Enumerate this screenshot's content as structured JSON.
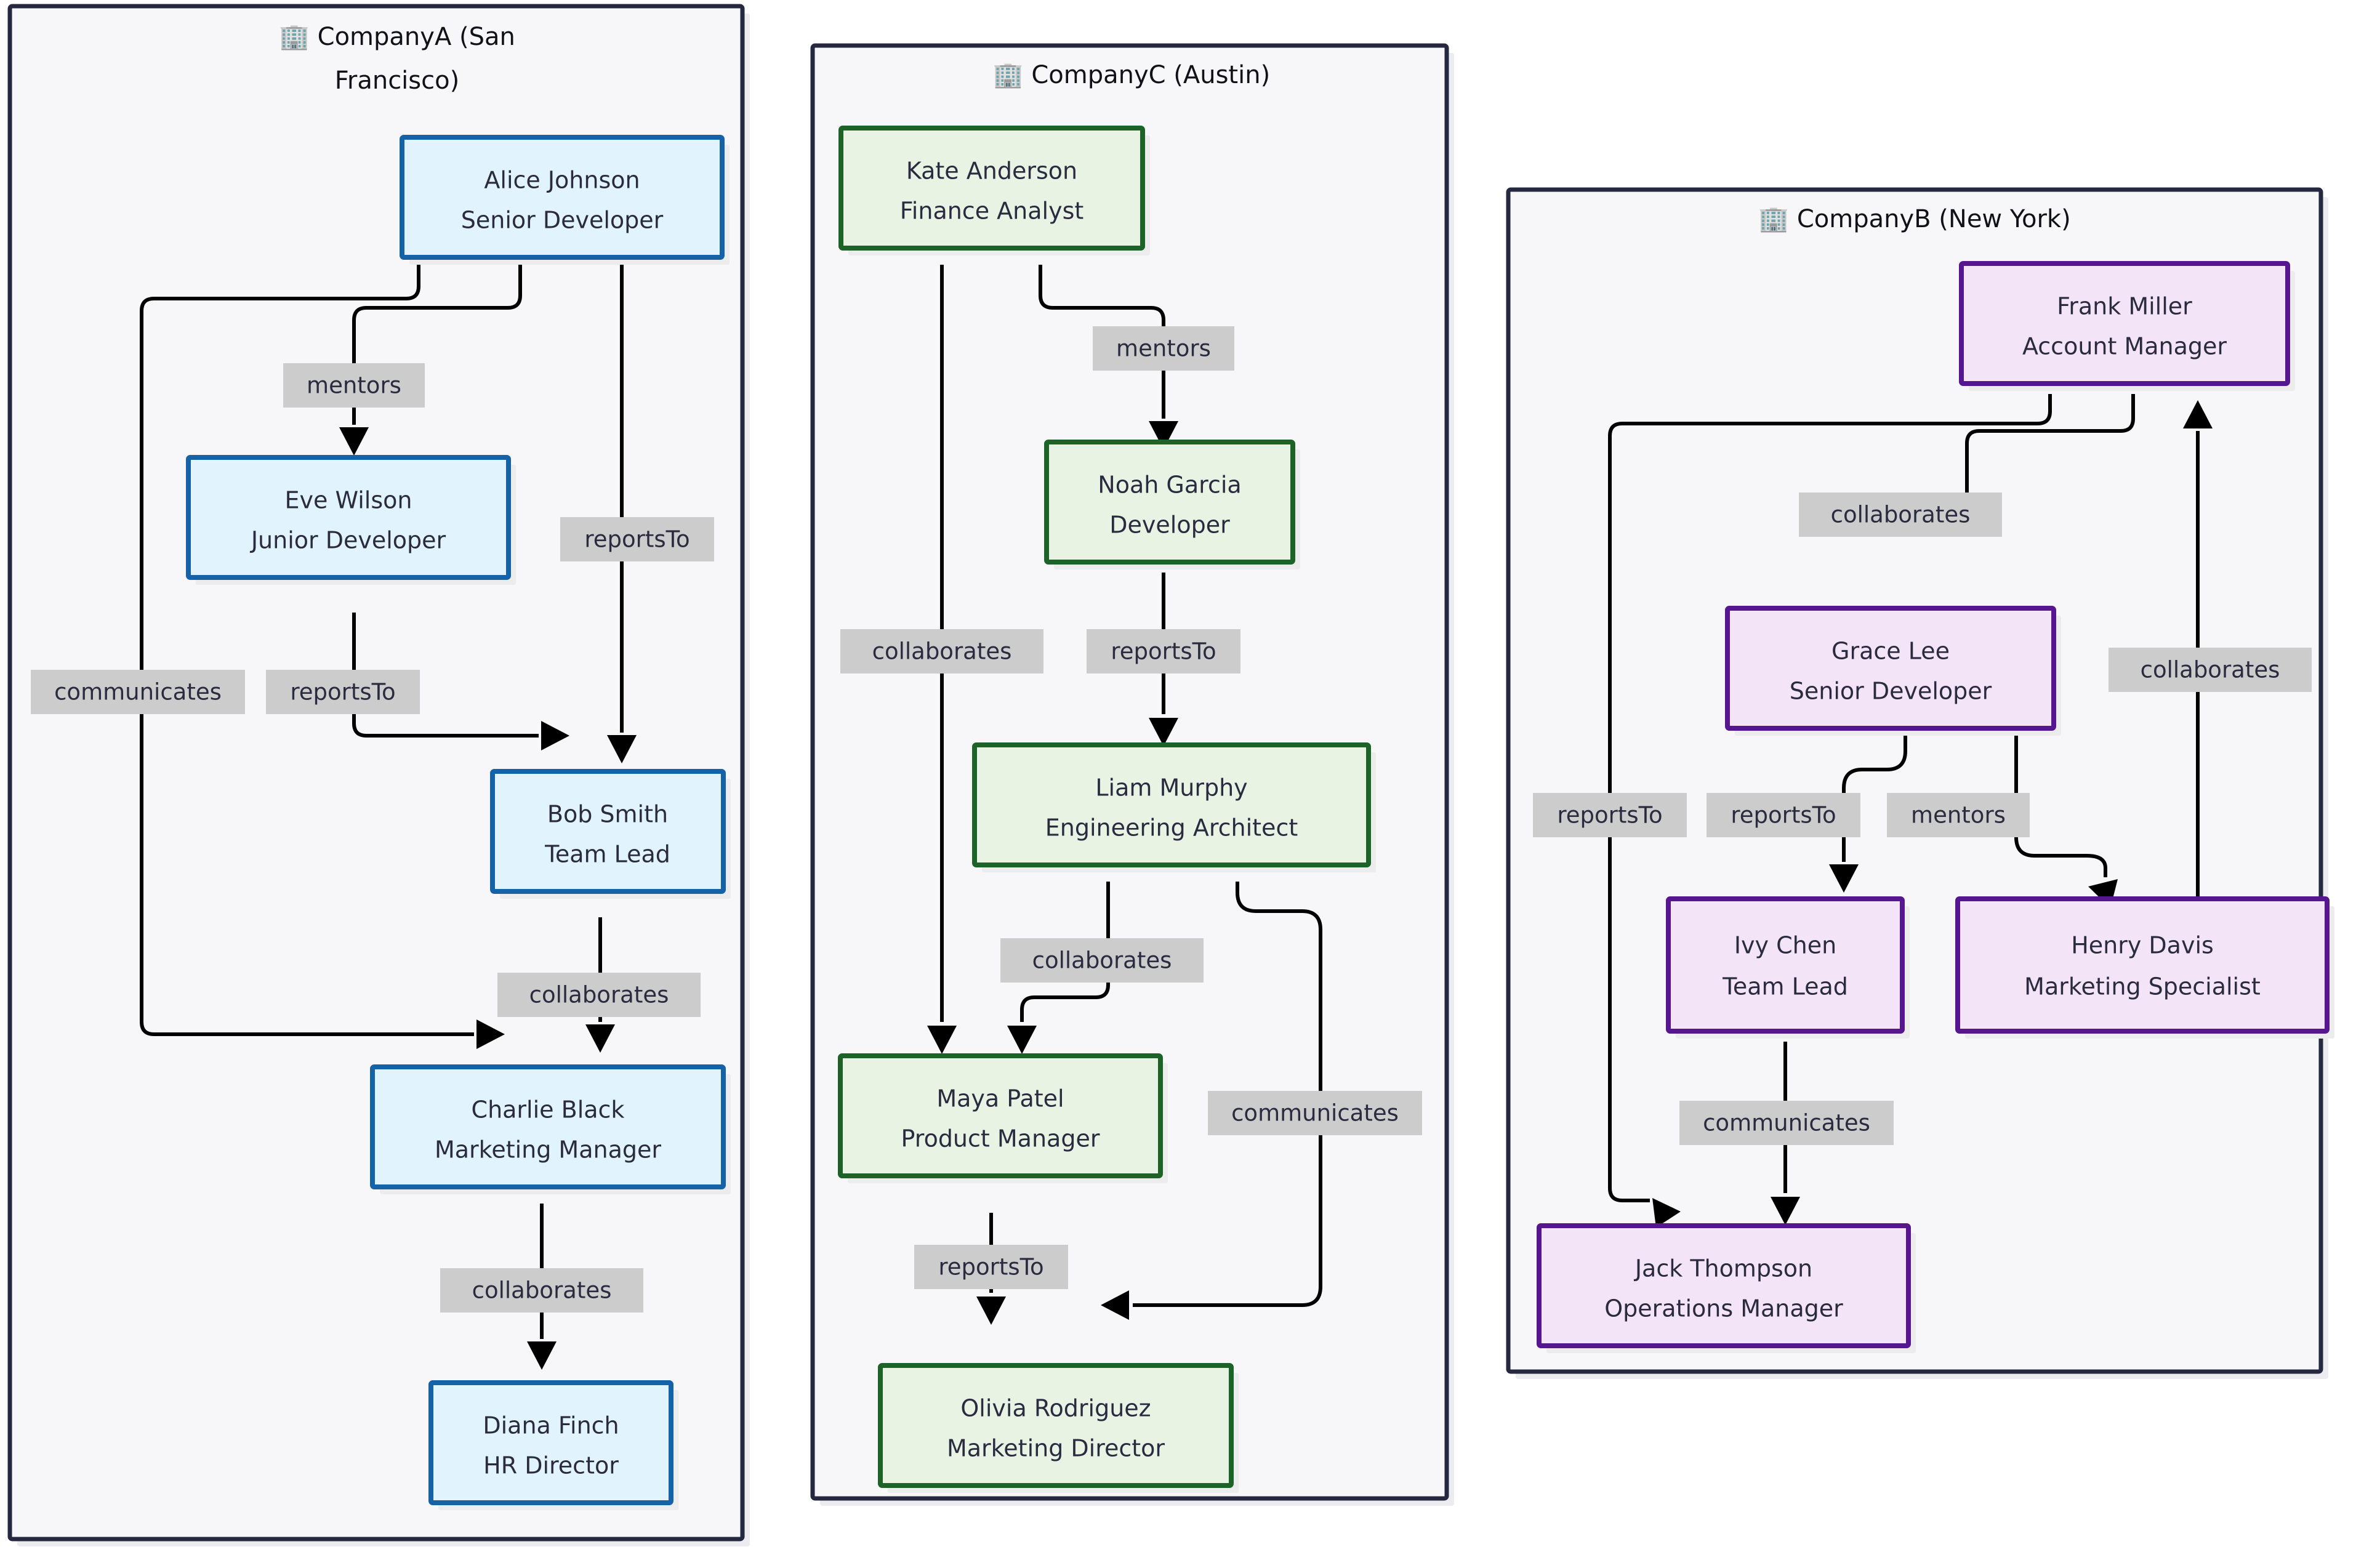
{
  "diagram": {
    "type": "flowchart",
    "direction": "top-down",
    "background": "#ffffff",
    "cluster_border_color": "#262840",
    "cluster_fill_color": "#f7f7fa",
    "edge_label_bg_color": "#cccccc",
    "edge_color": "#000000",
    "clusters": [
      {
        "id": "companyA",
        "icon": "building-icon",
        "icon_glyph": "🏢",
        "title": "CompanyA (San",
        "title_line2": "Francisco)",
        "title_full": "🏢 CompanyA (San Francisco)",
        "accent_fill": "#e1f3fc",
        "accent_stroke": "#1562a6",
        "nodes": [
          {
            "id": "alice",
            "name": "Alice Johnson",
            "role": "Senior Developer"
          },
          {
            "id": "eve",
            "name": "Eve Wilson",
            "role": "Junior Developer"
          },
          {
            "id": "bob",
            "name": "Bob Smith",
            "role": "Team Lead"
          },
          {
            "id": "charlie",
            "name": "Charlie Black",
            "role": "Marketing Manager"
          },
          {
            "id": "diana",
            "name": "Diana Finch",
            "role": "HR Director"
          }
        ],
        "edges": [
          {
            "from": "alice",
            "to": "eve",
            "label": "mentors"
          },
          {
            "from": "alice",
            "to": "bob",
            "label": "reportsTo"
          },
          {
            "from": "alice",
            "to": "charlie",
            "label": "communicates"
          },
          {
            "from": "eve",
            "to": "bob",
            "label": "reportsTo"
          },
          {
            "from": "bob",
            "to": "charlie",
            "label": "collaborates"
          },
          {
            "from": "charlie",
            "to": "diana",
            "label": "collaborates"
          }
        ]
      },
      {
        "id": "companyC",
        "icon": "building-icon",
        "icon_glyph": "🏢",
        "title": "CompanyC (Austin)",
        "title_line2": "",
        "title_full": "🏢 CompanyC (Austin)",
        "accent_fill": "#e8f3e4",
        "accent_stroke": "#1d6226",
        "nodes": [
          {
            "id": "kate",
            "name": "Kate Anderson",
            "role": "Finance Analyst"
          },
          {
            "id": "noah",
            "name": "Noah Garcia",
            "role": "Developer"
          },
          {
            "id": "liam",
            "name": "Liam Murphy",
            "role": "Engineering Architect"
          },
          {
            "id": "maya",
            "name": "Maya Patel",
            "role": "Product Manager"
          },
          {
            "id": "olivia",
            "name": "Olivia Rodriguez",
            "role": "Marketing Director"
          }
        ],
        "edges": [
          {
            "from": "kate",
            "to": "noah",
            "label": "mentors"
          },
          {
            "from": "kate",
            "to": "maya",
            "label": "collaborates"
          },
          {
            "from": "noah",
            "to": "liam",
            "label": "reportsTo"
          },
          {
            "from": "liam",
            "to": "maya",
            "label": "collaborates"
          },
          {
            "from": "liam",
            "to": "olivia",
            "label": "communicates"
          },
          {
            "from": "maya",
            "to": "olivia",
            "label": "reportsTo"
          }
        ]
      },
      {
        "id": "companyB",
        "icon": "building-icon",
        "icon_glyph": "🏢",
        "title": "CompanyB (New York)",
        "title_line2": "",
        "title_full": "🏢 CompanyB (New York)",
        "accent_fill": "#f4e4f7",
        "accent_stroke": "#56168f",
        "nodes": [
          {
            "id": "frank",
            "name": "Frank Miller",
            "role": "Account Manager"
          },
          {
            "id": "grace",
            "name": "Grace Lee",
            "role": "Senior Developer"
          },
          {
            "id": "ivy",
            "name": "Ivy Chen",
            "role": "Team Lead"
          },
          {
            "id": "henry",
            "name": "Henry Davis",
            "role": "Marketing Specialist"
          },
          {
            "id": "jack",
            "name": "Jack Thompson",
            "role": "Operations Manager"
          }
        ],
        "edges": [
          {
            "from": "frank",
            "to": "grace",
            "label": "collaborates"
          },
          {
            "from": "frank",
            "to": "jack",
            "label": "reportsTo"
          },
          {
            "from": "grace",
            "to": "ivy",
            "label": "reportsTo"
          },
          {
            "from": "grace",
            "to": "henry",
            "label": "mentors"
          },
          {
            "from": "henry",
            "to": "frank",
            "label": "collaborates"
          },
          {
            "from": "ivy",
            "to": "jack",
            "label": "communicates"
          }
        ]
      }
    ]
  },
  "labels": {
    "a_title_l1": "🏢 CompanyA (San",
    "a_title_l2": "Francisco)",
    "c_title": "🏢 CompanyC (Austin)",
    "b_title": "🏢 CompanyB (New York)",
    "alice_n": "Alice Johnson",
    "alice_r": "Senior Developer",
    "eve_n": "Eve Wilson",
    "eve_r": "Junior Developer",
    "bob_n": "Bob Smith",
    "bob_r": "Team Lead",
    "charlie_n": "Charlie Black",
    "charlie_r": "Marketing Manager",
    "diana_n": "Diana Finch",
    "diana_r": "HR Director",
    "kate_n": "Kate Anderson",
    "kate_r": "Finance Analyst",
    "noah_n": "Noah Garcia",
    "noah_r": "Developer",
    "liam_n": "Liam Murphy",
    "liam_r": "Engineering Architect",
    "maya_n": "Maya Patel",
    "maya_r": "Product Manager",
    "olivia_n": "Olivia Rodriguez",
    "olivia_r": "Marketing Director",
    "frank_n": "Frank Miller",
    "frank_r": "Account Manager",
    "grace_n": "Grace Lee",
    "grace_r": "Senior Developer",
    "ivy_n": "Ivy Chen",
    "ivy_r": "Team Lead",
    "henry_n": "Henry Davis",
    "henry_r": "Marketing Specialist",
    "jack_n": "Jack Thompson",
    "jack_r": "Operations Manager",
    "e_a1": "mentors",
    "e_a2": "reportsTo",
    "e_a3": "communicates",
    "e_a4": "reportsTo",
    "e_a5": "collaborates",
    "e_a6": "collaborates",
    "e_c1": "mentors",
    "e_c2": "collaborates",
    "e_c3": "reportsTo",
    "e_c4": "collaborates",
    "e_c5": "communicates",
    "e_c6": "reportsTo",
    "e_b1": "collaborates",
    "e_b2": "reportsTo",
    "e_b3": "reportsTo",
    "e_b4": "mentors",
    "e_b5": "collaborates",
    "e_b6": "communicates"
  }
}
